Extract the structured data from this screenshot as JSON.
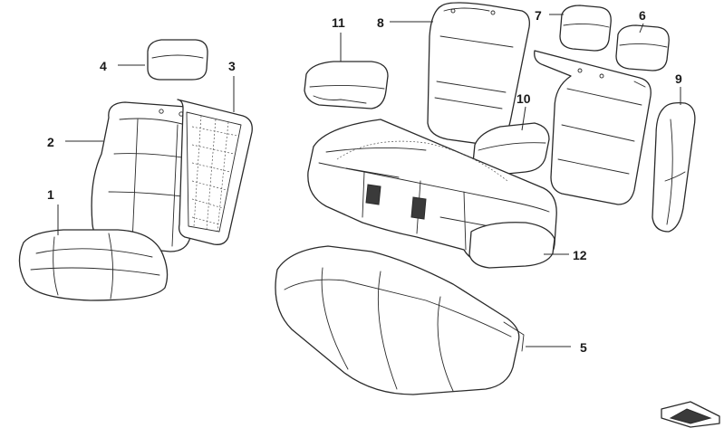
{
  "callouts": [
    {
      "id": "1",
      "label": "1"
    },
    {
      "id": "2",
      "label": "2"
    },
    {
      "id": "3",
      "label": "3"
    },
    {
      "id": "4",
      "label": "4"
    },
    {
      "id": "5",
      "label": "5"
    },
    {
      "id": "6",
      "label": "6"
    },
    {
      "id": "7",
      "label": "7"
    },
    {
      "id": "8",
      "label": "8"
    },
    {
      "id": "9",
      "label": "9"
    },
    {
      "id": "10",
      "label": "10"
    },
    {
      "id": "11",
      "label": "11"
    },
    {
      "id": "12",
      "label": "12"
    }
  ],
  "icons": {
    "corner": "document-corner-icon"
  }
}
